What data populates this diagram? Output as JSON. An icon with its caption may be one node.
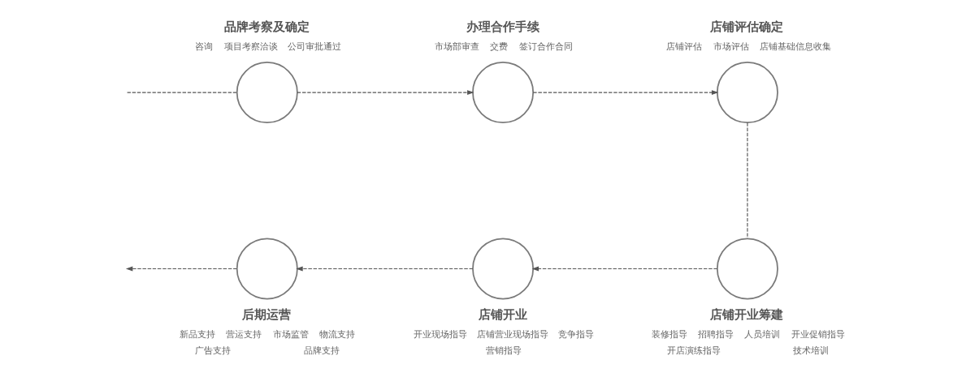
{
  "diagram": {
    "nodes": [
      {
        "text": [
          "品牌考察及确定"
        ],
        "beside": [
          "咨询",
          "项目考察洽谈",
          "公司审批通过"
        ]
      },
      {
        "text": [
          "办理合作手续"
        ],
        "beside": [
          "市场部审查",
          "交费",
          "签订合作合同"
        ]
      },
      {
        "text": [
          "店铺评估确定"
        ],
        "beside": [
          "店铺评估",
          "市场评估",
          "店铺基础信息收集"
        ]
      },
      {
        "text": [
          "后期运营"
        ],
        "beside": [
          "新品支持",
          "营运支持",
          "市场监管",
          "物流支持",
          "广告支持",
          "品牌支持"
        ]
      },
      {
        "text": [
          "店铺开业"
        ],
        "beside": [
          "开业现场指导",
          "店铺营业现场指导",
          "竞争指导",
          "营销指导"
        ]
      },
      {
        "text": [
          "店铺开业筹建"
        ],
        "beside": [
          "装修指导",
          "招聘指导",
          "人员培训",
          "开业促销指导",
          "开店演练指导",
          "技术培训"
        ]
      }
    ],
    "edges": [
      {
        "from": null,
        "to": 0,
        "arrow": "none",
        "style": "dashed"
      },
      {
        "from": 0,
        "to": 1,
        "arrow": "to",
        "style": "dashed"
      },
      {
        "from": 1,
        "to": 2,
        "arrow": "to",
        "style": "dashed"
      },
      {
        "from": 2,
        "to": 5,
        "arrow": "none",
        "style": "dashed"
      },
      {
        "from": 5,
        "to": 4,
        "arrow": "to",
        "style": "dashed"
      },
      {
        "from": 4,
        "to": 3,
        "arrow": "to",
        "style": "dashed"
      },
      {
        "from": 3,
        "to": null,
        "arrow": "to",
        "style": "dashed"
      }
    ]
  }
}
